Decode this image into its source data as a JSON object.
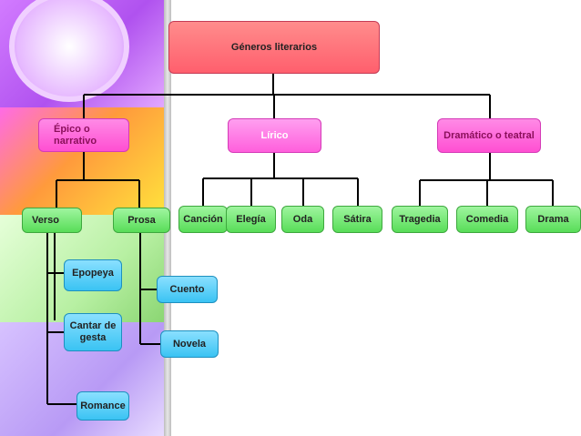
{
  "diagram": {
    "root": "Géneros literarios",
    "genres": {
      "epico": "Épico o narrativo",
      "lirico": "Lírico",
      "dramatico": "Dramático o teatral"
    },
    "epico_children": {
      "verso": "Verso",
      "prosa": "Prosa"
    },
    "verso_children": [
      "Epopeya",
      "Cantar de gesta",
      "Romance"
    ],
    "prosa_children": [
      "Cuento",
      "Novela"
    ],
    "lirico_children": [
      "Canción",
      "Elegía",
      "Oda",
      "Sátira"
    ],
    "dramatico_children": [
      "Tragedia",
      "Comedia",
      "Drama"
    ]
  },
  "colors": {
    "root_fill": "#ff6f7d",
    "genre_fill": "#ff5fd8",
    "leaf_green": "#66e066",
    "leaf_blue": "#4ccaf5",
    "connector": "#000000"
  }
}
